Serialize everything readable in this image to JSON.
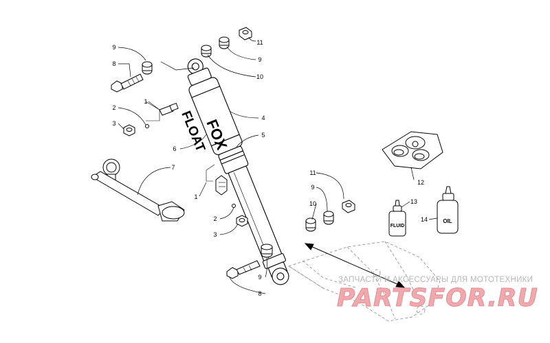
{
  "callouts": {
    "c1_top": "1",
    "c1_bot": "1",
    "c2_top": "2",
    "c2_bot": "2",
    "c3_top": "3",
    "c3_bot": "3",
    "c4": "4",
    "c5": "5",
    "c6": "6",
    "c7": "7",
    "c8_top": "8",
    "c8_bot": "8",
    "c9_topleft": "9",
    "c9_topright": "9",
    "c9_mid": "9",
    "c9_bot": "9",
    "c10_top": "10",
    "c10_mid": "10",
    "c11_top": "11",
    "c11_mid": "11",
    "c12": "12",
    "c13": "13",
    "c14": "14"
  },
  "shock_brand": "FOX",
  "shock_model": "FLOAT",
  "bottle_13_label": "FLUID",
  "bottle_14_label": "OIL",
  "watermark": {
    "subtitle": "ЗАПЧАСТИ И АКСЕССУАРЫ ДЛЯ МОТОТЕХНИКИ",
    "brand": "PARTSFOR.RU"
  }
}
